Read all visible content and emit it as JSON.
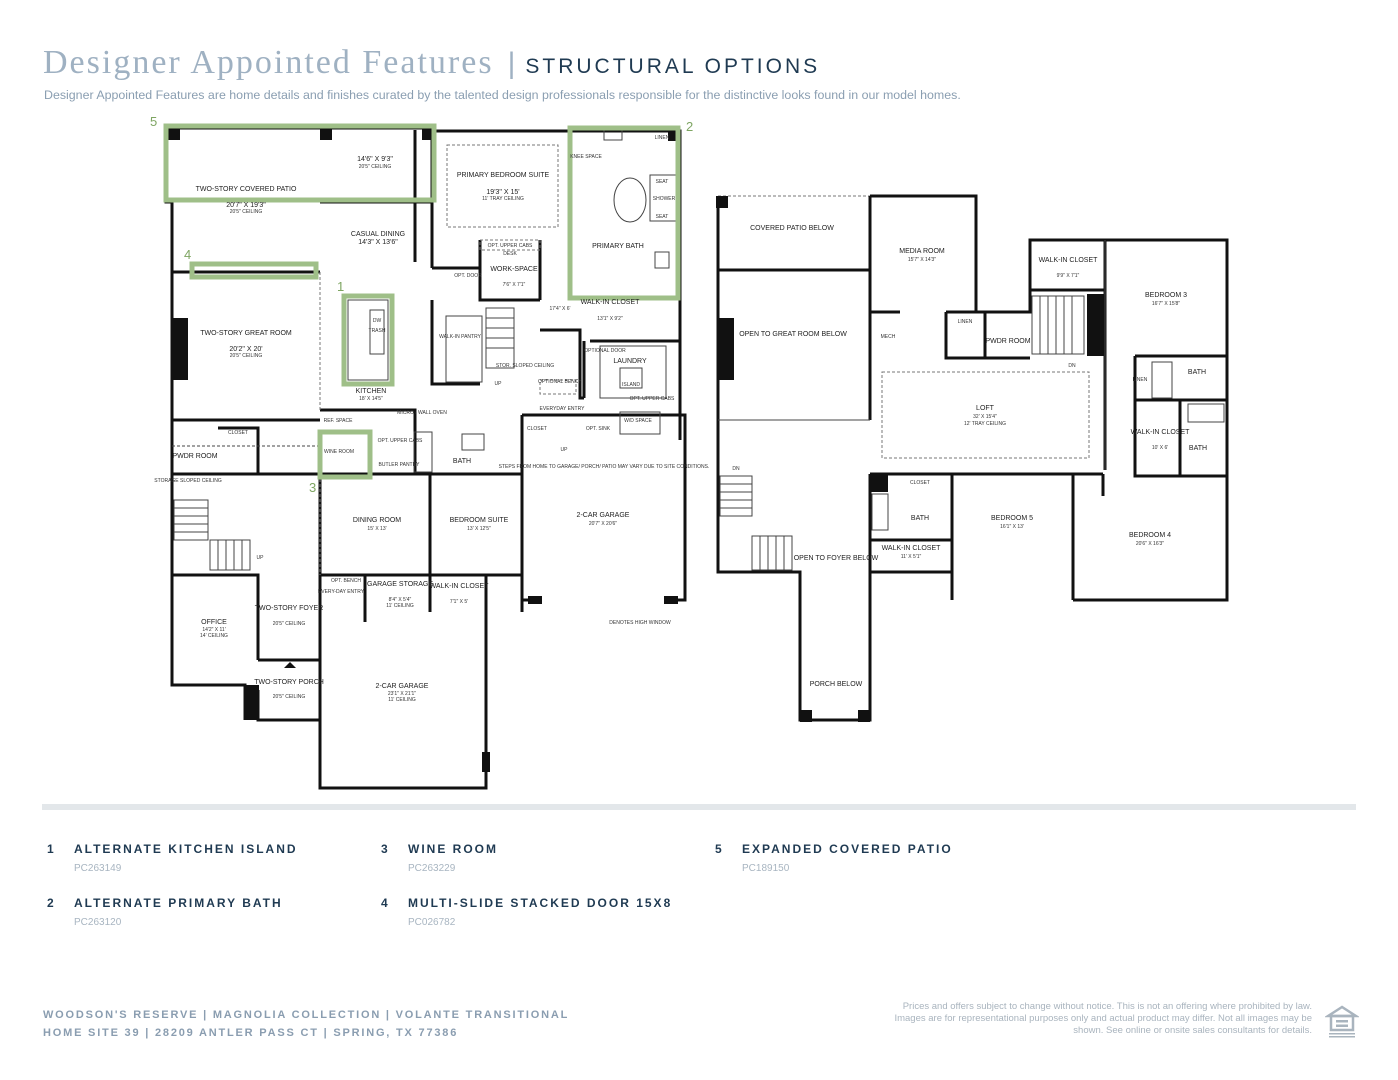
{
  "header": {
    "title": "Designer Appointed Features",
    "separator": "|",
    "subtitle": "STRUCTURAL OPTIONS",
    "description": "Designer Appointed Features are home details and finishes curated by the talented design professionals responsible for the distinctive looks found in our model homes."
  },
  "highlight_color": "#9fbf88",
  "floorplan": {
    "callouts": [
      "1",
      "2",
      "3",
      "4",
      "5"
    ],
    "first_floor": {
      "patio": "TWO-STORY COVERED PATIO",
      "patio_dims": "20'7\" X 19'3\"",
      "patio_ceiling": "20'5\" CEILING",
      "patio_ext": "14'6\" X 9'3\"",
      "patio_ext_ceiling": "20'5\" CEILING",
      "primary_suite": "PRIMARY BEDROOM SUITE",
      "primary_suite_dims": "19'3\" X 15'",
      "primary_suite_ceiling": "11' TRAY CEILING",
      "linen": "LINEN",
      "knee_space": "KNEE SPACE",
      "seat": "SEAT",
      "shower": "SHOWER",
      "seat2": "SEAT",
      "primary_bath": "PRIMARY BATH",
      "casual_dining": "CASUAL DINING",
      "casual_dining_dims": "14'3\" X 13'6\"",
      "opt_upper_cabs": "OPT. UPPER CABS",
      "desk": "DESK",
      "workspace": "WORK-SPACE",
      "workspace_dims": "7'6\" X 7'1\"",
      "opt_door": "OPT. DOOR",
      "hall_dims": "17'4\" X 6'",
      "walk_in_closet": "WALK-IN CLOSET",
      "walk_in_closet_dims": "13'1\" X 9'2\"",
      "great_room": "TWO-STORY GREAT ROOM",
      "great_room_dims": "20'2\" X 20'",
      "great_room_ceiling": "20'5\" CEILING",
      "dw": "DW",
      "trash": "TRASH",
      "kitchen": "KITCHEN",
      "kitchen_dims": "18' X 14'5\"",
      "walk_in_pantry": "WALK-IN PANTRY",
      "stor_sloped": "STOR. SLOPED CEILING",
      "up": "UP",
      "opt_door2": "OPTIONAL DOOR",
      "laundry": "LAUNDRY",
      "island": "ISLAND",
      "opt_bench": "OPTIONAL BENCH",
      "everyday_entry": "EVERYDAY ENTRY",
      "opt_upper_cabs2": "OPT. UPPER CABS",
      "opt_sink": "OPT. SINK",
      "wd_space": "W/D SPACE",
      "closet": "CLOSET",
      "ref_space": "REF. SPACE",
      "micro_oven": "MICRO / WALL OVEN",
      "wine_room": "WINE ROOM",
      "opt_upper_cabs3": "OPT. UPPER CABS",
      "butler_pantry": "BUTLER PANTRY",
      "bath": "BATH",
      "closet2": "CLOSET",
      "pwdr_room": "PWDR ROOM",
      "storage_sloped": "STORAGE SLOPED CEILING",
      "garage_note": "STEPS FROM HOME TO GARAGE/ PORCH/ PATIO MAY VARY DUE TO SITE CONDITIONS.",
      "dining_room": "DINING ROOM",
      "dining_room_dims": "15' X 13'",
      "bedroom_suite": "BEDROOM SUITE",
      "bedroom_suite_dims": "13' X 12'5\"",
      "garage2": "2-CAR GARAGE",
      "garage2_dims": "20'7\" X 20'6\"",
      "up2": "UP",
      "office": "OFFICE",
      "office_dims": "14'2\" X 11'",
      "office_ceiling": "14' CEILING",
      "foyer": "TWO-STORY FOYER",
      "foyer_ceiling": "20'5\" CEILING",
      "opt_bench2": "OPT. BENCH",
      "everyday_entry2": "EVERY-DAY ENTRY",
      "garage_storage": "GARAGE STORAGE",
      "garage_storage_dims": "8'4\" X 5'4\"",
      "garage_storage_ceiling": "11' CEILING",
      "walk_in_closet2": "WALK-IN CLOSET",
      "walk_in_closet2_dims": "7'1\" X 5'",
      "high_window": "DENOTES HIGH WINDOW",
      "up3": "UP",
      "porch": "TWO-STORY PORCH",
      "porch_ceiling": "20'5\" CEILING",
      "garage1": "2-CAR GARAGE",
      "garage1_dims": "23'1\" X 21'1\"",
      "garage1_ceiling": "11' CEILING"
    },
    "second_floor": {
      "covered_patio_below": "COVERED PATIO BELOW",
      "media_room": "MEDIA ROOM",
      "media_room_dims": "15'7\" X 14'3\"",
      "walk_in_closet": "WALK-IN CLOSET",
      "walk_in_closet_dims": "9'9\" X 7'1\"",
      "bedroom3": "BEDROOM 3",
      "bedroom3_dims": "16'7\" X 15'8\"",
      "open_great_room": "OPEN TO GREAT ROOM BELOW",
      "mech": "MECH",
      "linen": "LINEN",
      "pwdr_room": "PWDR ROOM",
      "dn": "DN",
      "linen2": "LINEN",
      "bath": "BATH",
      "loft": "LOFT",
      "loft_dims": "32' X 15'4\"",
      "loft_ceiling": "12' TRAY CEILING",
      "walk_in_closet2": "WALK-IN CLOSET",
      "walk_in_closet2_dims": "10' X 6'",
      "bath2": "BATH",
      "dn2": "DN",
      "closet": "CLOSET",
      "bath3": "BATH",
      "bedroom5": "BEDROOM 5",
      "bedroom5_dims": "16'1\" X 13'",
      "walk_in_closet3": "WALK-IN CLOSET",
      "walk_in_closet3_dims": "11' X 5'1\"",
      "bedroom4": "BEDROOM 4",
      "bedroom4_dims": "20'6\" X 16'3\"",
      "open_foyer": "OPEN TO FOYER BELOW",
      "porch_below": "PORCH BELOW"
    }
  },
  "options": [
    {
      "num": "1",
      "name": "ALTERNATE KITCHEN ISLAND",
      "code": "PC263149"
    },
    {
      "num": "2",
      "name": "ALTERNATE PRIMARY BATH",
      "code": "PC263120"
    },
    {
      "num": "3",
      "name": "WINE ROOM",
      "code": "PC263229"
    },
    {
      "num": "4",
      "name": "MULTI-SLIDE STACKED DOOR 15X8",
      "code": "PC026782"
    },
    {
      "num": "5",
      "name": "EXPANDED COVERED PATIO",
      "code": "PC189150"
    }
  ],
  "footer": {
    "line1": "WOODSON'S RESERVE | MAGNOLIA COLLECTION | VOLANTE TRANSITIONAL",
    "line2": "HOME SITE 39 | 28209 ANTLER PASS CT | SPRING, TX 77386",
    "disclaimer": "Prices and offers subject to change without notice. This is not an offering where prohibited by law. Images are for representational purposes only and actual product may differ. Not all images may be shown. See online or onsite sales consultants for details.",
    "eho_icon": "equal-housing-opportunity-icon"
  }
}
